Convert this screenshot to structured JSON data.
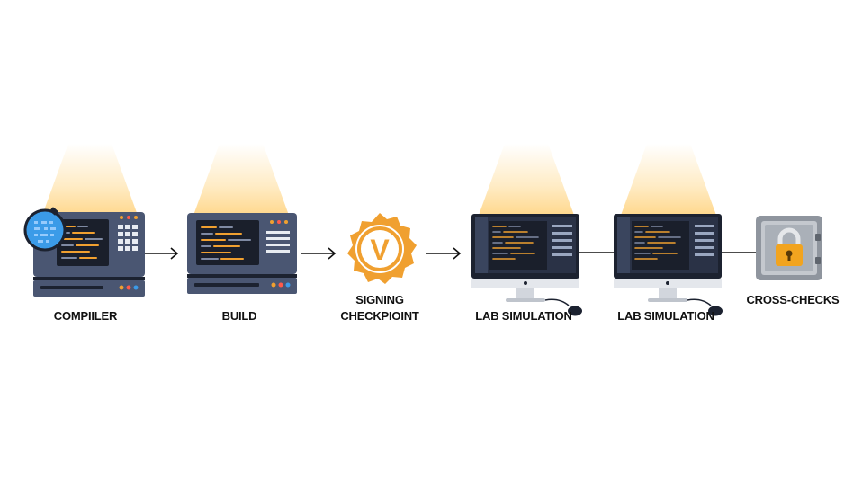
{
  "nodes": [
    {
      "id": "compiler",
      "label": "COMPIILER"
    },
    {
      "id": "build",
      "label": "BUILD"
    },
    {
      "id": "signing",
      "label": "SIGNING\nCHECKPIOINT",
      "badge_letter": "V"
    },
    {
      "id": "lab1",
      "label": "LAB SIMULATION"
    },
    {
      "id": "lab2",
      "label": "LAB SIMULATION"
    },
    {
      "id": "cross",
      "label": "CROSS-CHECKS"
    }
  ],
  "colors": {
    "machine_body": "#4a5672",
    "machine_dark": "#1c2230",
    "screen": "#1a1f2b",
    "accent_orange": "#f0a030",
    "magnifier_blue": "#3b9be8",
    "safe_gray": "#9aa0a8",
    "lock_gold": "#f2a41f",
    "glow": "#ffd27a",
    "text": "#111111"
  },
  "icons": [
    "magnifier-icon",
    "badge-v-icon",
    "monitor-icon",
    "mouse-icon",
    "safe-icon",
    "padlock-icon",
    "arrow-right-icon"
  ]
}
